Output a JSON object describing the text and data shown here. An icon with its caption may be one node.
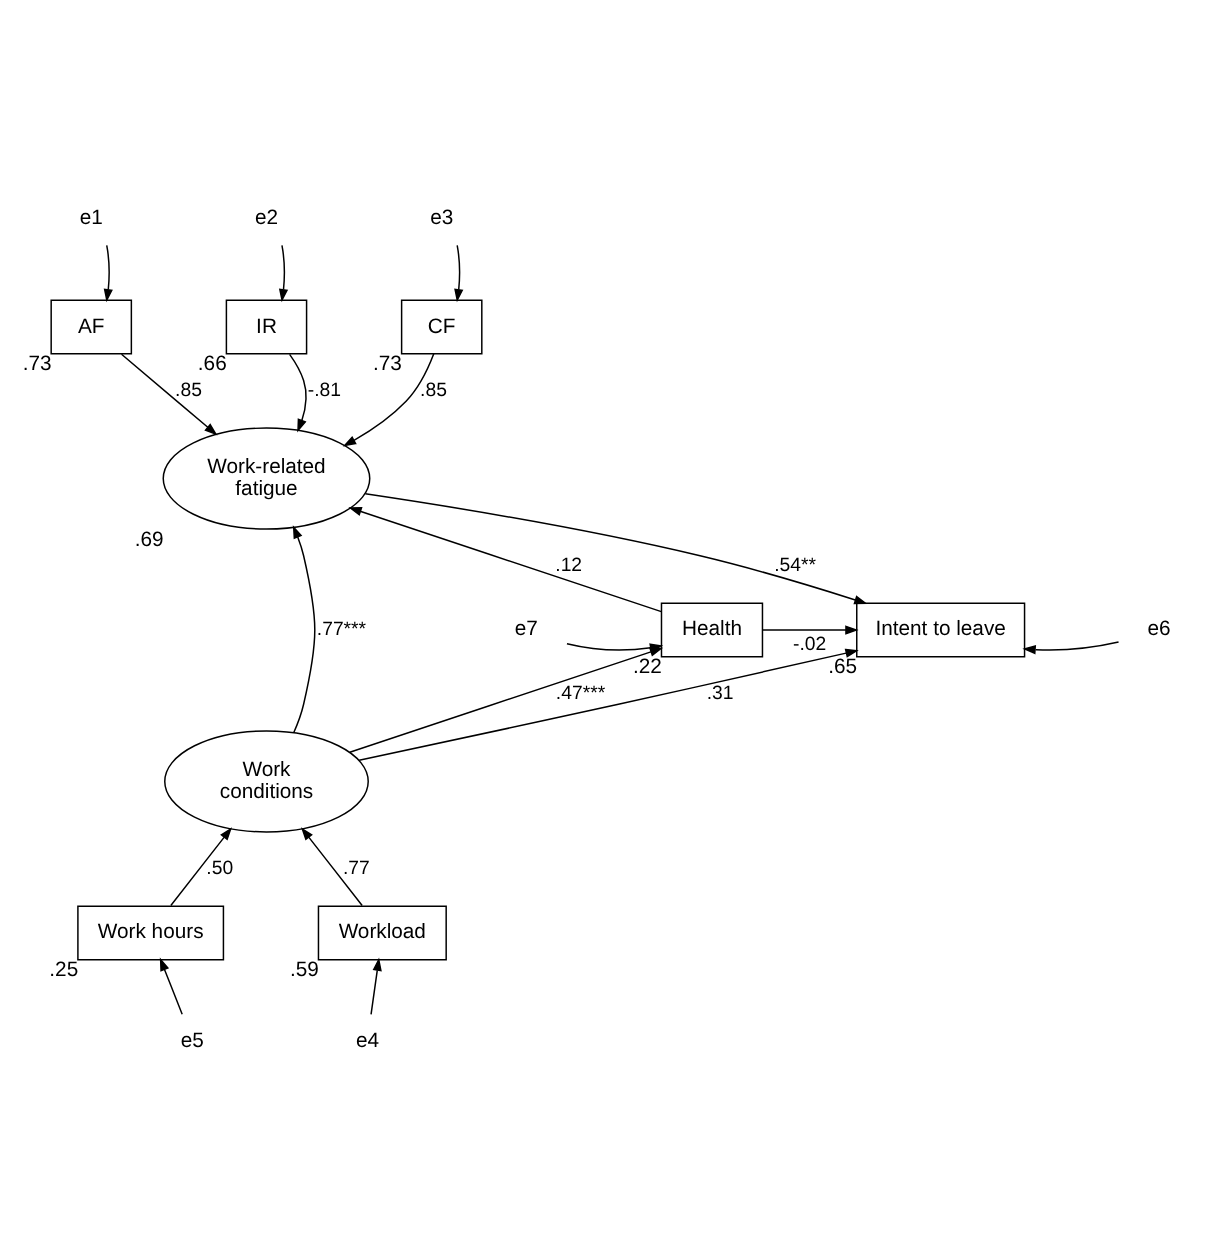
{
  "diagram": {
    "nodes": [
      {
        "text": [
          "e1"
        ]
      },
      {
        "text": [
          "e2"
        ]
      },
      {
        "text": [
          "e3"
        ]
      },
      {
        "text": [
          "AF"
        ],
        "beside": [
          ".73"
        ]
      },
      {
        "text": [
          "IR"
        ],
        "beside": [
          ".66"
        ]
      },
      {
        "text": [
          "CF"
        ],
        "beside": [
          ".73"
        ]
      },
      {
        "text": [
          "Work-related fatigue"
        ],
        "beside": [
          ".69"
        ]
      },
      {
        "text": [
          "e7"
        ]
      },
      {
        "text": [
          "Health"
        ],
        "beside": [
          ".22"
        ]
      },
      {
        "text": [
          "Intent to leave"
        ],
        "beside": [
          ".65"
        ]
      },
      {
        "text": [
          "e6"
        ]
      },
      {
        "text": [
          "Work conditions"
        ]
      },
      {
        "text": [
          "Work hours"
        ],
        "beside": [
          ".25"
        ]
      },
      {
        "text": [
          "Workload"
        ],
        "beside": [
          ".59"
        ]
      },
      {
        "text": [
          "e5"
        ]
      },
      {
        "text": [
          "e4"
        ]
      }
    ],
    "edges": [
      {
        "from": 0,
        "to": 3,
        "arrow": "to"
      },
      {
        "from": 1,
        "to": 4,
        "arrow": "to"
      },
      {
        "from": 2,
        "to": 5,
        "arrow": "to"
      },
      {
        "from": 3,
        "to": 6,
        "arrow": "to",
        "label": ".85"
      },
      {
        "from": 4,
        "to": 6,
        "arrow": "to",
        "label": "-.81"
      },
      {
        "from": 5,
        "to": 6,
        "arrow": "to",
        "label": ".85"
      },
      {
        "from": 8,
        "to": 6,
        "arrow": "to",
        "label": ".12"
      },
      {
        "from": 6,
        "to": 9,
        "arrow": "to",
        "label": ".54**"
      },
      {
        "from": 8,
        "to": 9,
        "arrow": "to",
        "label": "-.02"
      },
      {
        "from": 7,
        "to": 8,
        "arrow": "to"
      },
      {
        "from": 10,
        "to": 9,
        "arrow": "to"
      },
      {
        "from": 11,
        "to": 8,
        "arrow": "to",
        "label": ".47***"
      },
      {
        "from": 11,
        "to": 6,
        "arrow": "to",
        "label": ".77***"
      },
      {
        "from": 11,
        "to": 9,
        "arrow": "to",
        "label": ".31"
      },
      {
        "from": 12,
        "to": 11,
        "arrow": "to",
        "label": ".50"
      },
      {
        "from": 13,
        "to": 11,
        "arrow": "to",
        "label": ".77"
      },
      {
        "from": 14,
        "to": 12,
        "arrow": "to"
      },
      {
        "from": 15,
        "to": 13,
        "arrow": "to"
      }
    ]
  }
}
